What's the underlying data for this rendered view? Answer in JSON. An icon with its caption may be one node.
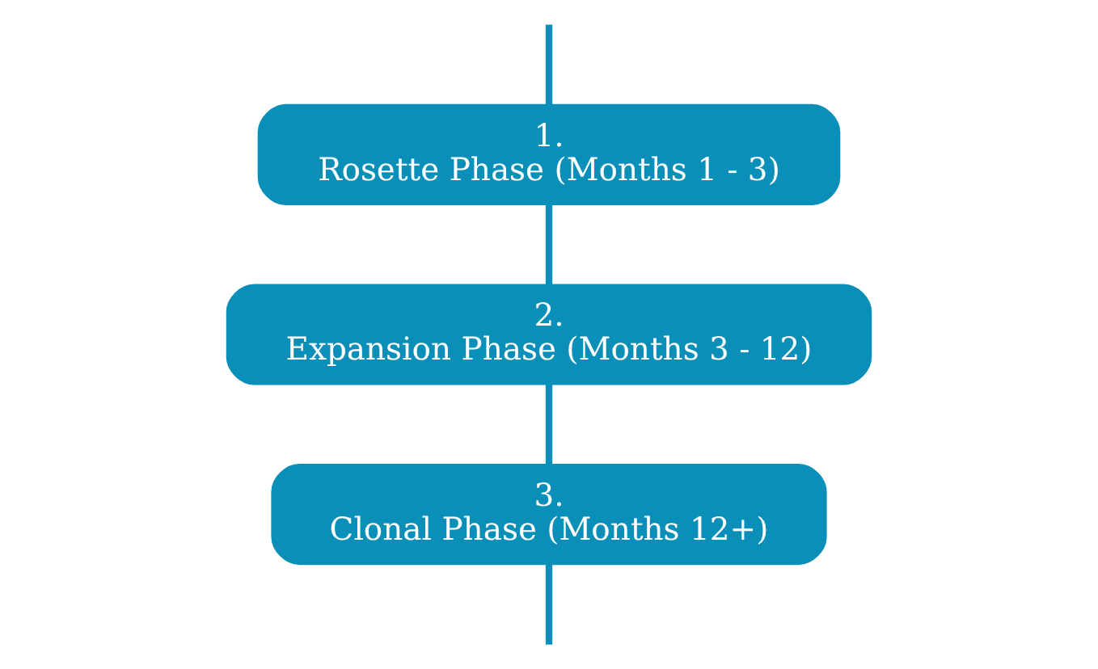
{
  "diagram": {
    "nodes": [
      {
        "text": [
          "1.",
          "Rosette Phase (Months 1 - 3)"
        ]
      },
      {
        "text": [
          "2.",
          "Expansion Phase (Months 3 - 12)"
        ]
      },
      {
        "text": [
          "3.",
          "Clonal Phase (Months 12+)"
        ]
      }
    ],
    "edges": [
      {
        "from": null,
        "to": 0,
        "arrow": "none"
      },
      {
        "from": 0,
        "to": 1,
        "arrow": "none"
      },
      {
        "from": 1,
        "to": 2,
        "arrow": "none"
      },
      {
        "from": 2,
        "to": null,
        "arrow": "none"
      }
    ]
  }
}
